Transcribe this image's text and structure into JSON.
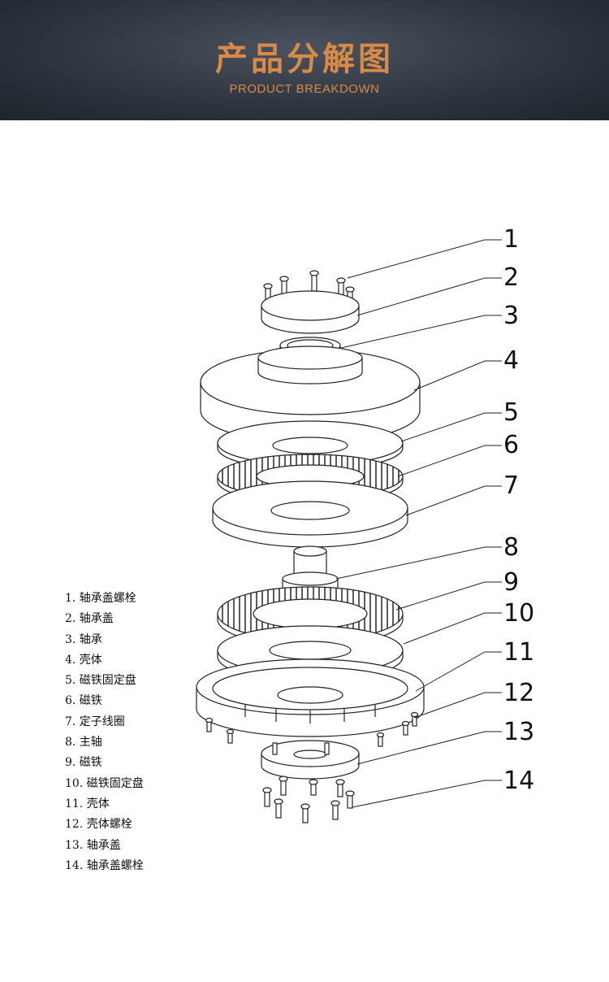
{
  "header": {
    "title": "产品分解图",
    "subtitle": "PRODUCT BREAKDOWN"
  },
  "diagram": {
    "callouts": [
      "1",
      "2",
      "3",
      "4",
      "5",
      "6",
      "7",
      "8",
      "9",
      "10",
      "11",
      "12",
      "13",
      "14"
    ]
  },
  "legend": {
    "items": [
      "1. 轴承盖螺栓",
      "2. 轴承盖",
      "3. 轴承",
      "4. 壳体",
      "5. 磁铁固定盘",
      "6. 磁铁",
      "7. 定子线圈",
      "8. 主轴",
      "9. 磁铁",
      "10. 磁铁固定盘",
      "11. 壳体",
      "12. 壳体螺栓",
      "13. 轴承盖",
      "14. 轴承盖螺栓"
    ]
  },
  "colors": {
    "accent": "#d98a44",
    "banner": "#2f3640",
    "line": "#222222"
  }
}
